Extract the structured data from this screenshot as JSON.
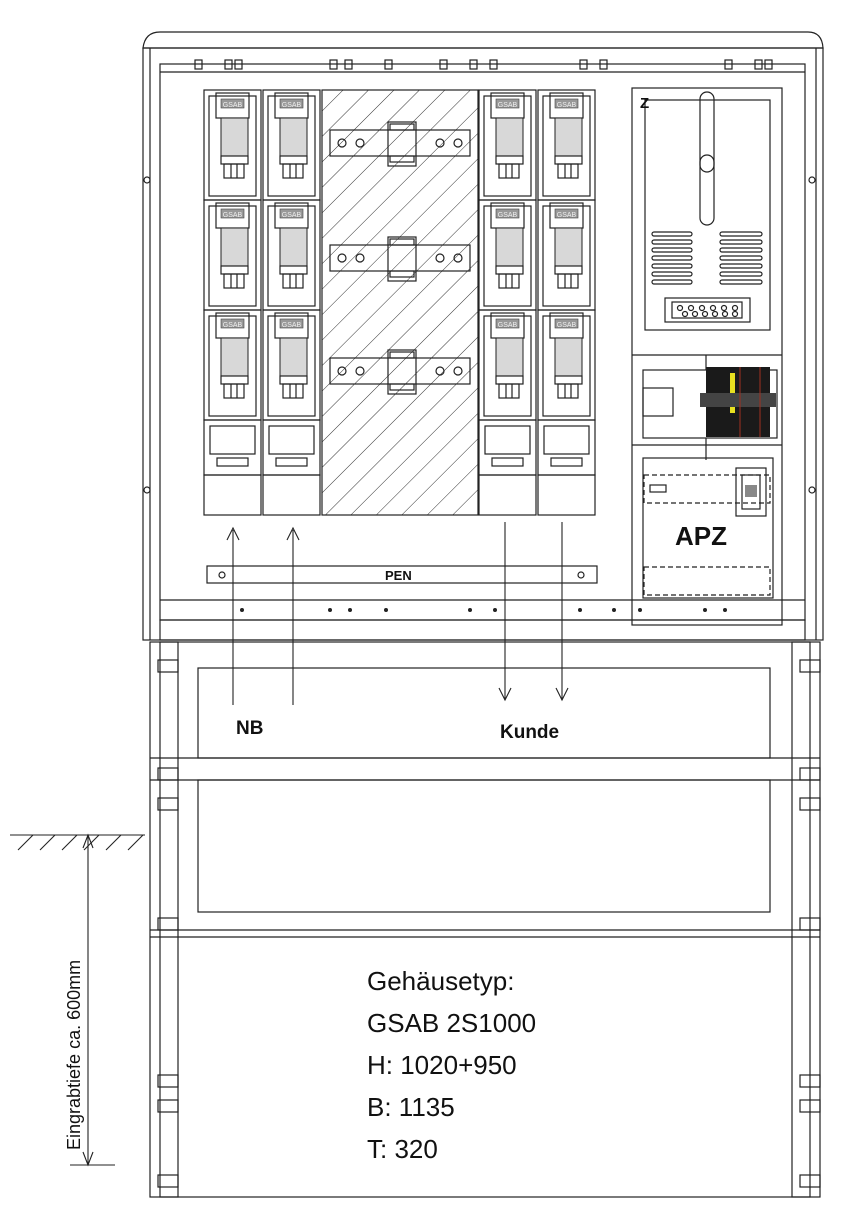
{
  "fuse_label": "GSAB",
  "meter_label": "Z",
  "apz_label": "APZ",
  "pen_label": "PEN",
  "arrows": {
    "in_label": "NB",
    "out_label": "Kunde"
  },
  "depth_label": "Eingrabtiefe ca. 600mm",
  "spec": {
    "title": "Gehäusetyp:",
    "type": "GSAB 2S1000",
    "height": "H: 1020+950",
    "width": "B: 1135",
    "depth": "T: 320"
  },
  "colors": {
    "line": "#222222",
    "module_fill": "#d8d8d8",
    "terminal_yellow": "#e8e020",
    "terminal_dark": "#1a1a1a"
  }
}
